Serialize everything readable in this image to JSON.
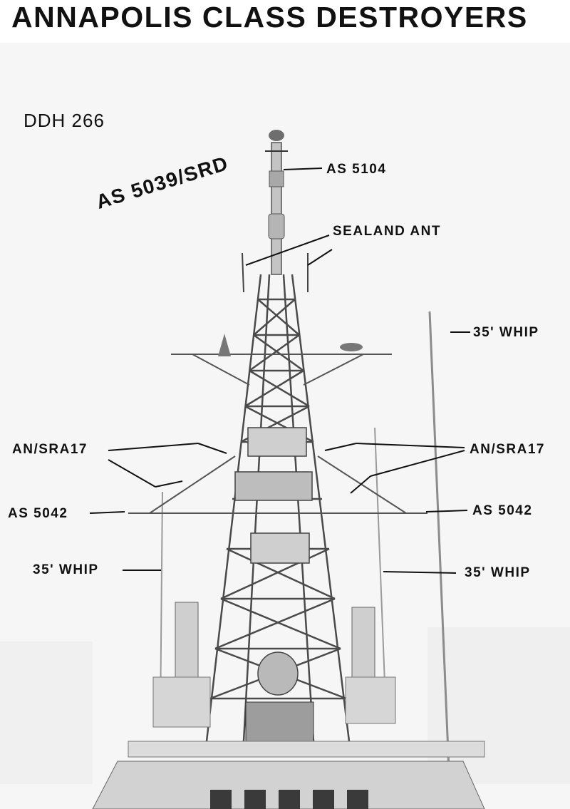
{
  "title": "ANNAPOLIS CLASS DESTROYERS",
  "hull_number": "DDH 266",
  "labels": {
    "as5039": "AS 5039/SRD",
    "as5104": "AS 5104",
    "sealand": "SEALAND ANT",
    "whip_top": "35' WHIP",
    "sra17_left": "AN/SRA17",
    "sra17_right": "AN/SRA17",
    "as5042_left": "AS 5042",
    "as5042_right": "AS 5042",
    "whip_left": "35' WHIP",
    "whip_right": "35' WHIP"
  },
  "colors": {
    "ink": "#111111",
    "paper": "#ffffff",
    "sky": "#f4f4f4",
    "metal_light": "#d8d8d8",
    "metal_mid": "#9a9a9a",
    "metal_dark": "#3a3a3a"
  }
}
